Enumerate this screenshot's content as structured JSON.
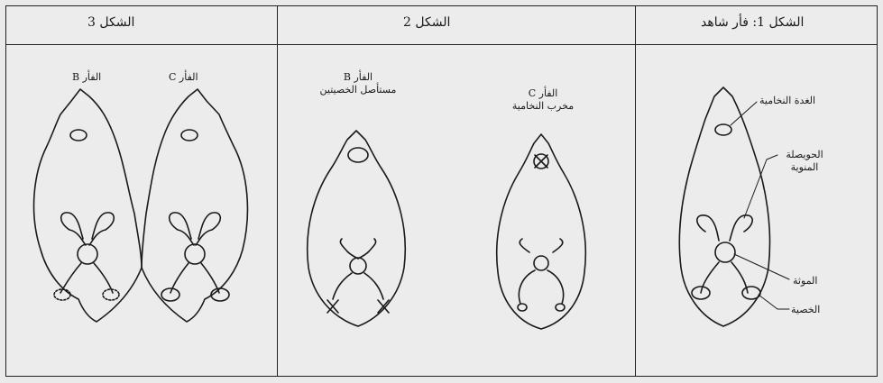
{
  "panels": [
    {
      "title": "الشكل 3"
    },
    {
      "title": "الشكل 2"
    },
    {
      "title": "الشكل 1: فأر شاهد"
    }
  ],
  "panel3": {
    "mouse_b": "الفأر B",
    "mouse_c": "الفأر C"
  },
  "panel2": {
    "mouse_b": "الفأر B",
    "mouse_b_desc": "مستأصل الخصيتين",
    "mouse_c": "الفأر C",
    "mouse_c_desc": "مخرب النخامية"
  },
  "panel1": {
    "pituitary": "الغدة النخامية",
    "seminal_vesicle_line1": "الحويصلة",
    "seminal_vesicle_line2": "المنوية",
    "prostate": "الموثة",
    "testis": "الخصية"
  }
}
